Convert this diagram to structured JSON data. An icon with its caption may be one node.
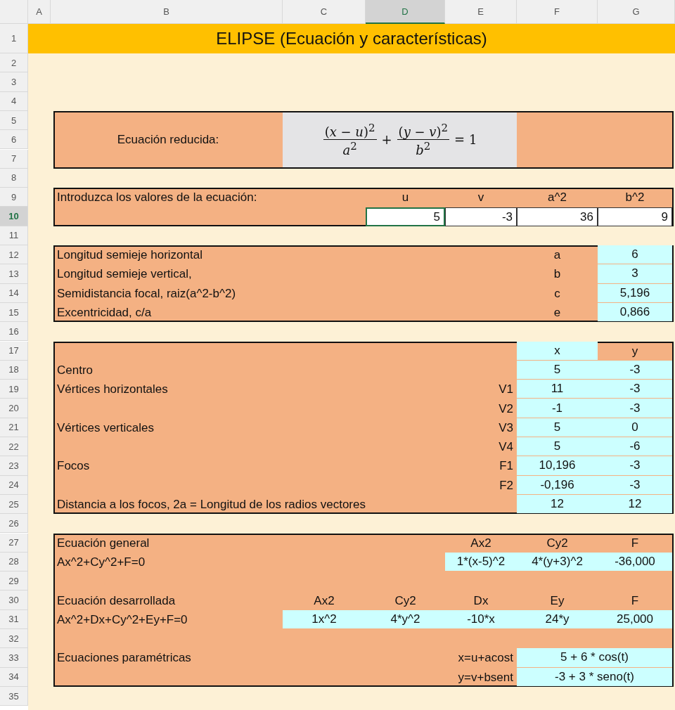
{
  "diagram": {
    "title": "ELIPSE (Ecuación y características)",
    "labels": [
      "A",
      "B",
      "C",
      "D",
      "E",
      "F",
      "G",
      "1",
      "2",
      "3",
      "4",
      "5",
      "6",
      "7",
      "8",
      "9",
      "10",
      "11",
      "12",
      "13",
      "14",
      "15",
      "16",
      "17",
      "18",
      "19",
      "20",
      "21",
      "22",
      "23",
      "24",
      "25",
      "26",
      "27",
      "28",
      "29",
      "30",
      "31",
      "32",
      "33",
      "34",
      "35",
      "Ecuación reducida:",
      "(*x* − *u*)$^{2}$",
      "*a*$^{2}$",
      "+",
      "(*y* − *v*)$^{2}$",
      "*b*$^{2}$",
      "= 1",
      "Introduzca los valores de la ecuación:",
      "u",
      "v",
      "a^2",
      "b^2",
      "5",
      "-3",
      "36",
      "9",
      "Longitud semieje horizontal",
      "a",
      "6",
      "Longitud semieje vertical,",
      "b",
      "3",
      "Semidistancia focal, raiz(a^2-b^2)",
      "c",
      "5,196",
      "Excentricidad, c/a",
      "e",
      "0,866",
      "x",
      "y",
      "Centro",
      "5",
      "-3",
      "Vértices horizontales",
      "V1",
      "11",
      "-3",
      "V2",
      "-1",
      "-3",
      "Vértices verticales",
      "V3",
      "5",
      "0",
      "V4",
      "5",
      "-6",
      "Focos",
      "F1",
      "10,196",
      "-3",
      "F2",
      "-0,196",
      "-3",
      "Distancia a los focos, 2a = Longitud de los radios vectores",
      "12",
      "12",
      "Ecuación general",
      "Ax2",
      "Cy2",
      "F",
      "Ax^2+Cy^2+F=0",
      "1*(x-5)^2",
      "4*(y+3)^2",
      "-36,000",
      "Ecuación desarrollada",
      "Ax2",
      "Cy2",
      "Dx",
      "Ey",
      "F",
      "Ax^2+Dx+Cy^2+Ey+F=0",
      "1x^2",
      "4*y^2",
      "-10*x",
      "24*y",
      "25,000",
      "Ecuaciones paramétricas",
      "x=u+acost",
      "5 + 6 * cos(t)",
      "y=v+bsent",
      "-3 + 3 * seno(t)"
    ]
  }
}
